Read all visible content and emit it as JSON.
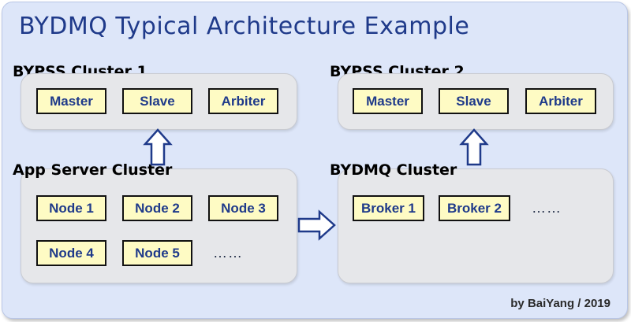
{
  "title": "BYDMQ Typical Architecture Example",
  "clusters": {
    "bypss1": {
      "label": "BYPSS Cluster 1",
      "nodes": [
        "Master",
        "Slave",
        "Arbiter"
      ]
    },
    "bypss2": {
      "label": "BYPSS Cluster 2",
      "nodes": [
        "Master",
        "Slave",
        "Arbiter"
      ]
    },
    "app": {
      "label": "App Server Cluster",
      "nodes": [
        "Node 1",
        "Node 2",
        "Node 3",
        "Node 4",
        "Node 5"
      ],
      "ellipsis": "……"
    },
    "bydmq": {
      "label": "BYDMQ Cluster",
      "nodes": [
        "Broker 1",
        "Broker 2"
      ],
      "ellipsis": "……"
    }
  },
  "credit": "by BaiYang / 2019",
  "colors": {
    "background": "#dde6f9",
    "title": "#1f3a8a",
    "node_fill": "#fefbc4",
    "node_text": "#1f3a8a",
    "cluster_fill": "#e6e7ea",
    "arrow": "#1f3a8a"
  }
}
